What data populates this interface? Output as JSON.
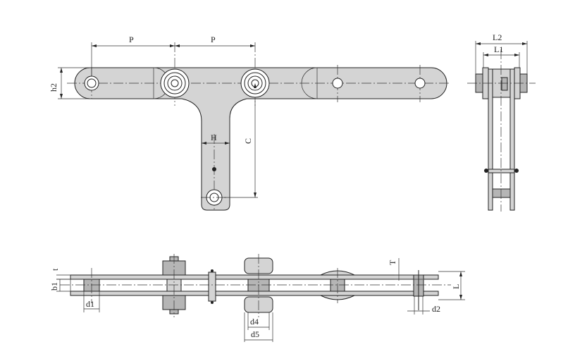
{
  "labels": {
    "P_left": "P",
    "P_right": "P",
    "h2": "h2",
    "H": "H",
    "C": "C",
    "L2": "L2",
    "L1": "L1",
    "t": "t",
    "b1": "b1",
    "d1": "d1",
    "d4": "d4",
    "d5": "d5",
    "T": "T",
    "L": "L",
    "d2": "d2"
  }
}
